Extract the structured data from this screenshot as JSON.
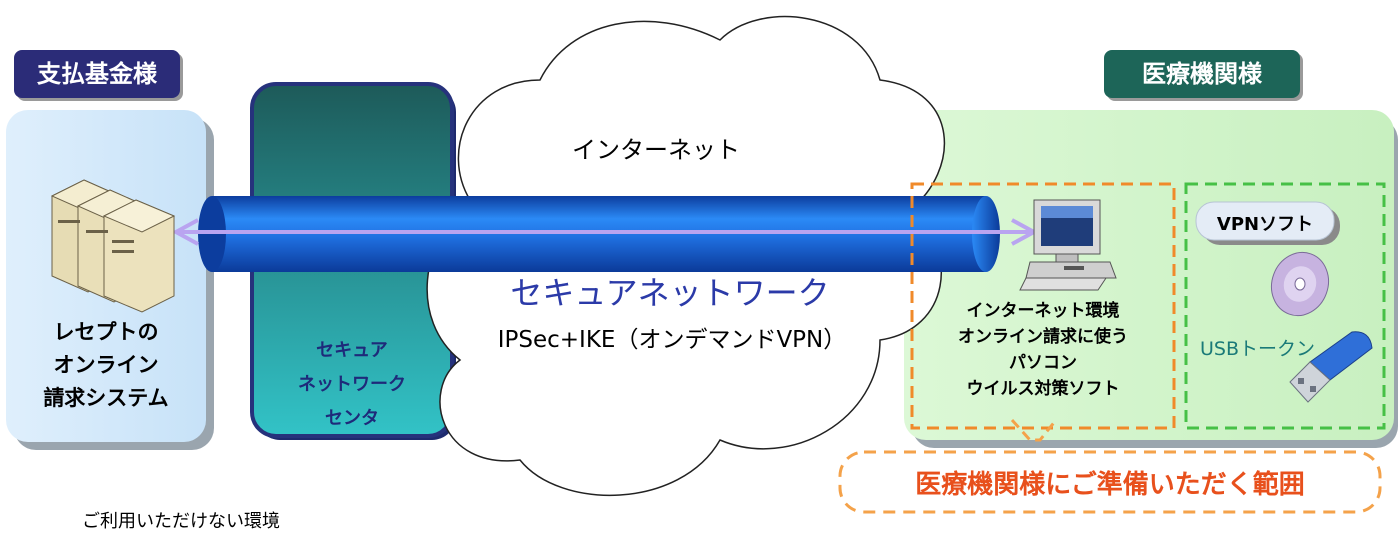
{
  "left_org": {
    "title": "支払基金様",
    "caption_line1": "レセプトの",
    "caption_line2": "オンライン",
    "caption_line3": "請求システム"
  },
  "right_org": {
    "title": "医療機関様"
  },
  "center": {
    "line1": "セキュア",
    "line2": "ネットワーク",
    "line3": "センタ"
  },
  "cloud": {
    "label": "インターネット"
  },
  "tunnel": {
    "label": "セキュアネットワーク",
    "protocol": "IPSec+IKE（オンデマンドVPN）"
  },
  "pc_box": {
    "line1": "インターネット環境",
    "line2": "オンライン請求に使う",
    "line3": "パソコン",
    "line4": "ウイルス対策ソフト"
  },
  "vpn_box": {
    "software": "VPNソフト",
    "token": "USBトークン"
  },
  "callout": {
    "label": "医療機関様にご準備いただく範囲"
  },
  "bottom_fragment": "ご利用いただけない環境",
  "colors": {
    "left_header": "#2b2c78",
    "right_header": "#1d6558",
    "tunnel": "#1565d8",
    "arrow": "#b9a4f0",
    "pc_box_border": "#f08a2a",
    "vpn_box_border": "#46c046",
    "callout_text": "#e8501c"
  }
}
